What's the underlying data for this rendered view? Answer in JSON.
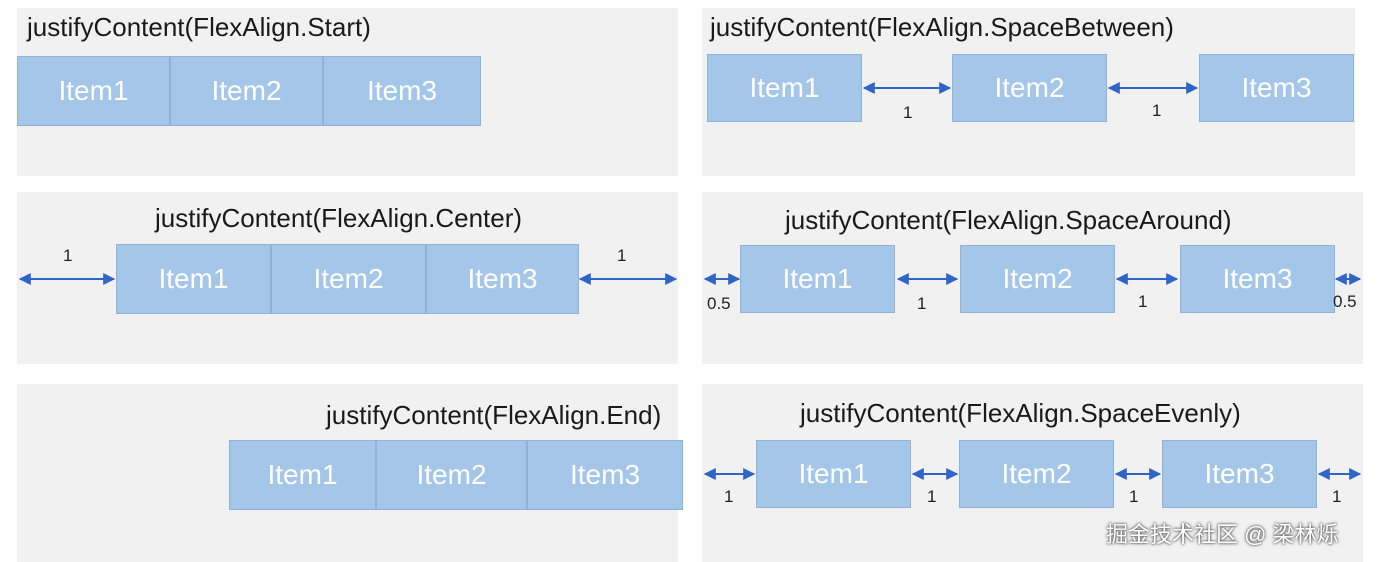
{
  "panels": {
    "start": {
      "title": "justifyContent(FlexAlign.Start)",
      "items": [
        "Item1",
        "Item2",
        "Item3"
      ]
    },
    "space_between": {
      "title": "justifyContent(FlexAlign.SpaceBetween)",
      "items": [
        "Item1",
        "Item2",
        "Item3"
      ],
      "gaps": [
        "1",
        "1"
      ]
    },
    "center": {
      "title": "justifyContent(FlexAlign.Center)",
      "items": [
        "Item1",
        "Item2",
        "Item3"
      ],
      "gaps": [
        "1",
        "1"
      ]
    },
    "space_around": {
      "title": "justifyContent(FlexAlign.SpaceAround)",
      "items": [
        "Item1",
        "Item2",
        "Item3"
      ],
      "gaps": [
        "0.5",
        "1",
        "1",
        "0.5"
      ]
    },
    "end": {
      "title": "justifyContent(FlexAlign.End)",
      "items": [
        "Item1",
        "Item2",
        "Item3"
      ]
    },
    "space_evenly": {
      "title": "justifyContent(FlexAlign.SpaceEvenly)",
      "items": [
        "Item1",
        "Item2",
        "Item3"
      ],
      "gaps": [
        "1",
        "1",
        "1",
        "1"
      ]
    }
  },
  "colors": {
    "item_fill": "#a4c6e8",
    "arrow": "#2f64c8",
    "panel_bg": "#f1f1f1"
  },
  "watermark": "掘金技术社区 @ 梁林烁"
}
